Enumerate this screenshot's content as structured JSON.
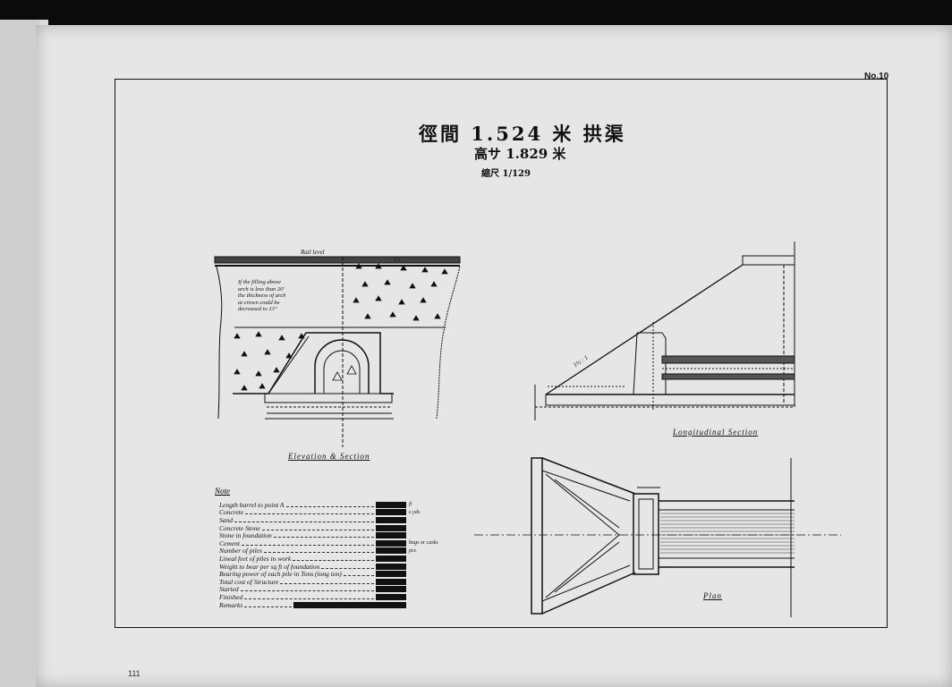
{
  "sheet_number": "No.10",
  "title": "徑間 1.524 米 拱渠",
  "subtitle": "高サ 1.829 米",
  "scale_label": "縮尺 1/129",
  "margin_mark": "111",
  "elevation": {
    "caption": "Elevation & Section",
    "rail_level": "Rail level",
    "fl": "F.L.",
    "note": [
      "If the filling above",
      "arch is less than 20'",
      "the thickness of arch",
      "at crown could be",
      "decreased to 13\""
    ]
  },
  "longitudinal": {
    "caption": "Longitudinal Section",
    "slope": "1½ : 1"
  },
  "plan": {
    "caption": "Plan"
  },
  "note": {
    "title": "Note",
    "rows": [
      {
        "label": "Length barrel to point A",
        "unit": "ft"
      },
      {
        "label": "Concrete",
        "unit": "c.yds"
      },
      {
        "label": "Sand",
        "unit": ""
      },
      {
        "label": "Concrete Stone",
        "unit": ""
      },
      {
        "label": "Stone in foundation",
        "unit": ""
      },
      {
        "label": "Cement",
        "unit": "bags or casks"
      },
      {
        "label": "Number of piles",
        "unit": "pcs"
      },
      {
        "label": "Lineal feet of piles in work",
        "unit": ""
      },
      {
        "label": "Weight to bear per sq ft of foundation",
        "unit": ""
      },
      {
        "label": "Bearing power of each pile in Tons (long ton)",
        "unit": ""
      },
      {
        "label": "Total cost of Structure",
        "unit": ""
      },
      {
        "label": "Started",
        "unit": ""
      },
      {
        "label": "Finished",
        "unit": ""
      },
      {
        "label": "Remarks",
        "unit": ""
      }
    ]
  }
}
